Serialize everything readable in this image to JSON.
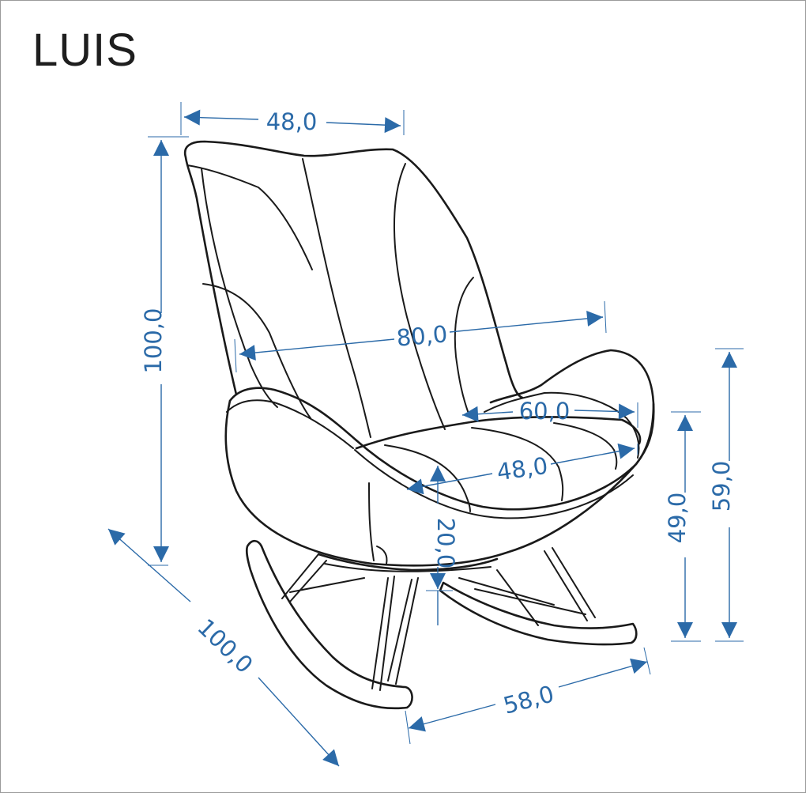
{
  "title": "LUIS",
  "accent_color": "#2b6aa8",
  "dimensions": {
    "backrest_width": "48,0",
    "total_height": "100,0",
    "total_width": "80,0",
    "armrest_width": "60,0",
    "seat_depth": "48,0",
    "seat_thickness": "20,0",
    "seat_height": "49,0",
    "armrest_height": "59,0",
    "total_depth": "100,0",
    "base_width": "58,0"
  }
}
